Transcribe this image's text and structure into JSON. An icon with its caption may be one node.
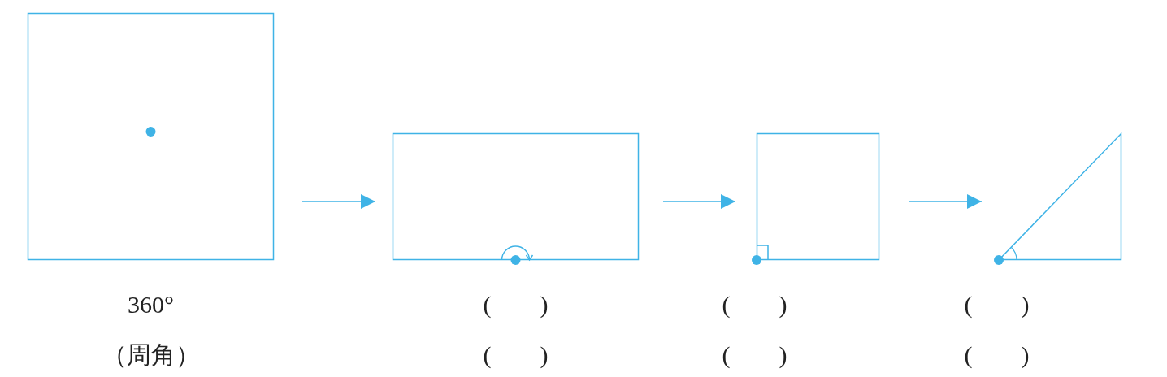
{
  "diagram": {
    "nodes": [
      {
        "text": [],
        "shape": "box",
        "beside": [
          "360°",
          "（周角）"
        ]
      },
      {
        "text": [],
        "shape": "box",
        "beside": [
          "(        )",
          "(        )"
        ]
      },
      {
        "text": [],
        "shape": "box",
        "beside": [
          "(        )",
          "(        )"
        ]
      },
      {
        "text": [],
        "shape": "triangle",
        "beside": [
          "(        )",
          "(        )"
        ]
      }
    ],
    "edges": [
      {
        "from": 0,
        "to": 1,
        "arrow": "to"
      },
      {
        "from": 1,
        "to": 2,
        "arrow": "to"
      },
      {
        "from": 2,
        "to": 3,
        "arrow": "to"
      }
    ]
  }
}
